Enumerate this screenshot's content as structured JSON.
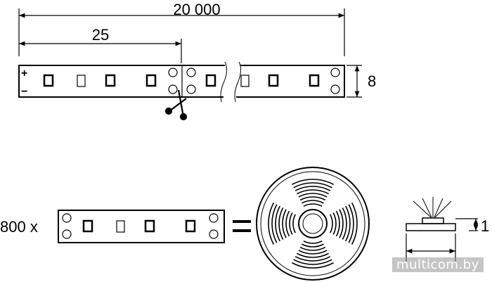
{
  "dimensions": {
    "total_length": "20 000",
    "segment_length": "25",
    "strip_width": "8",
    "led_height": "1"
  },
  "strip": {
    "plus_label": "+",
    "minus_label": "−"
  },
  "equation": {
    "multiplier": "800 x",
    "equals": "="
  },
  "watermark": "multicom.by",
  "colors": {
    "line": "#000000",
    "background": "#ffffff"
  }
}
